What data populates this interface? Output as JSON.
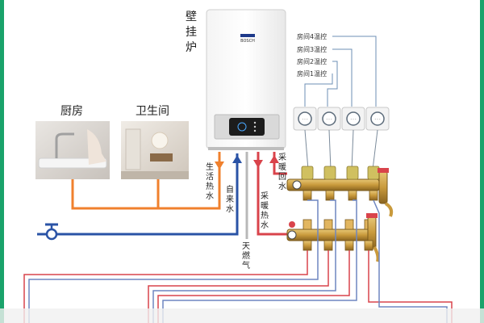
{
  "boiler": {
    "title": "壁挂炉",
    "brand": "BOSCH"
  },
  "rooms": [
    {
      "label": "厨房"
    },
    {
      "label": "卫生间"
    }
  ],
  "controls": [
    {
      "label": "房间4温控"
    },
    {
      "label": "房间3温控"
    },
    {
      "label": "房间2温控"
    },
    {
      "label": "房间1温控"
    }
  ],
  "pipes": {
    "hot_domestic": "生活热水",
    "cold_supply": "自来水",
    "gas": "天燃气",
    "heating_return": "采暖回水",
    "heating_supply": "采暖热水"
  },
  "colors": {
    "frame": "#1aa36b",
    "hot_water": "#f0802d",
    "cold_water": "#2a53a6",
    "gas": "#b8b8b8",
    "heating": "#d9434b",
    "brass": "#c99a3c"
  }
}
